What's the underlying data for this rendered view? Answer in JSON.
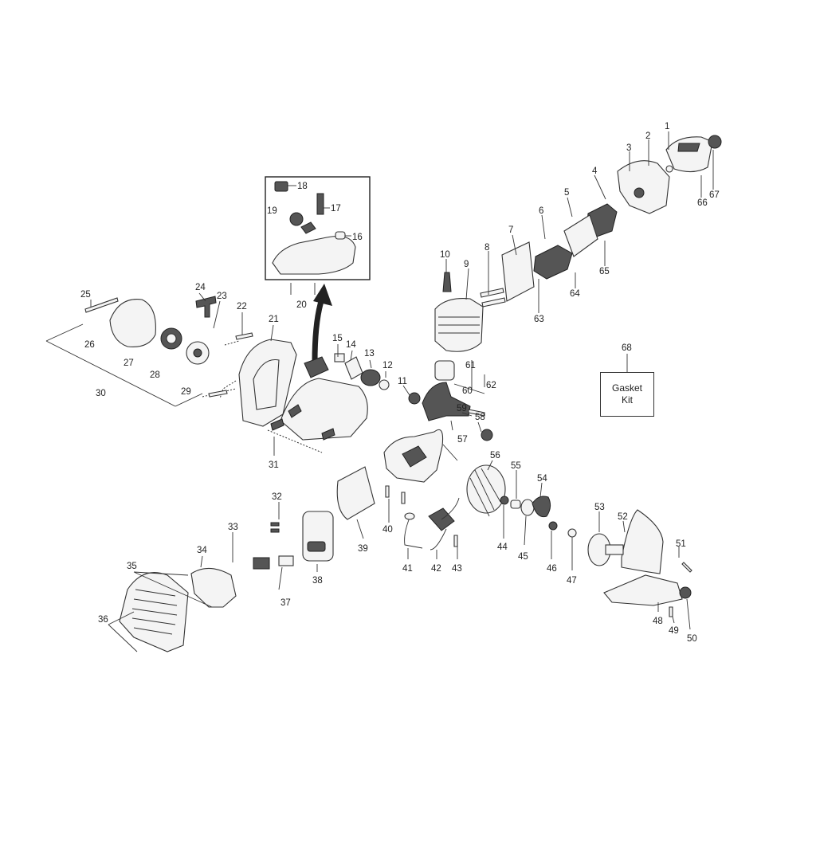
{
  "part_numbers": {
    "p1": "1",
    "p2": "2",
    "p3": "3",
    "p4": "4",
    "p5": "5",
    "p6": "6",
    "p7": "7",
    "p8": "8",
    "p9": "9",
    "p10": "10",
    "p11": "11",
    "p12": "12",
    "p13": "13",
    "p14": "14",
    "p15": "15",
    "p16": "16",
    "p17": "17",
    "p18": "18",
    "p19": "19",
    "p20": "20",
    "p21": "21",
    "p22": "22",
    "p23": "23",
    "p24": "24",
    "p25": "25",
    "p26": "26",
    "p27": "27",
    "p28": "28",
    "p29": "29",
    "p30": "30",
    "p31": "31",
    "p32": "32",
    "p33": "33",
    "p34": "34",
    "p35": "35",
    "p36": "36",
    "p37": "37",
    "p38": "38",
    "p39": "39",
    "p40": "40",
    "p41": "41",
    "p42": "42",
    "p43": "43",
    "p44": "44",
    "p45": "45",
    "p46": "46",
    "p47": "47",
    "p48": "48",
    "p49": "49",
    "p50": "50",
    "p51": "51",
    "p52": "52",
    "p53": "53",
    "p54": "54",
    "p55": "55",
    "p56": "56",
    "p57": "57",
    "p58": "58",
    "p59": "59",
    "p60": "60",
    "p61": "61",
    "p62": "62",
    "p63": "63",
    "p64": "64",
    "p65": "65",
    "p66": "66",
    "p67": "67",
    "p68": "68"
  },
  "gasket_kit": {
    "line1": "Gasket",
    "line2": "Kit"
  }
}
